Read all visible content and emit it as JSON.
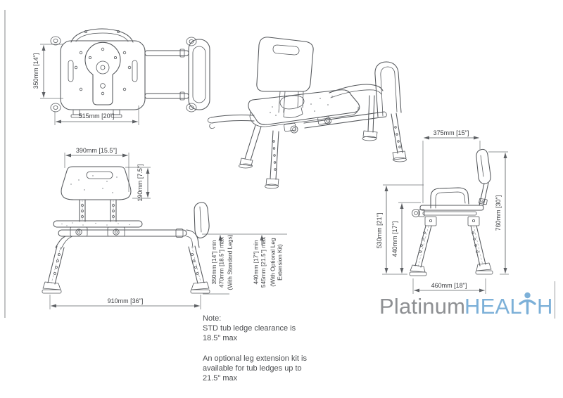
{
  "dims": {
    "top": {
      "depth": "350mm [14\"]",
      "width": "515mm [20\"]"
    },
    "front": {
      "backrest_width": "390mm [15.5\"]",
      "backrest_height": "190mm [7.5\"]",
      "overall_width": "910mm [36\"]",
      "std_min": "350mm [14\"] min",
      "std_max": "470mm [18.5\"] max",
      "std_note": "(With Standard Legs)",
      "ext_min": "440mm [17\"] min",
      "ext_max": "545mm [21.5\"] max",
      "ext_note1": "(With Optional Leg",
      "ext_note2": "Extension Kit)"
    },
    "side": {
      "seat_depth": "375mm [15\"]",
      "armrest_height": "530mm [21\"]",
      "seat_height": "440mm [17\"]",
      "overall_height": "760mm [30\"]",
      "base_depth": "460mm [18\"]"
    }
  },
  "note": {
    "title": "Note:",
    "para1_line1": "STD tub ledge clearance is",
    "para1_line2": "18.5\" max",
    "para2_line1": "An optional leg extension kit is",
    "para2_line2": "available for tub ledges up to",
    "para2_line3": "21.5\" max"
  },
  "logo": {
    "word1": "Platinum",
    "word2_part1": "HEAL",
    "word2_part2": "H",
    "color_word1": "#8e9093",
    "color_word2": "#7cb0d8"
  }
}
